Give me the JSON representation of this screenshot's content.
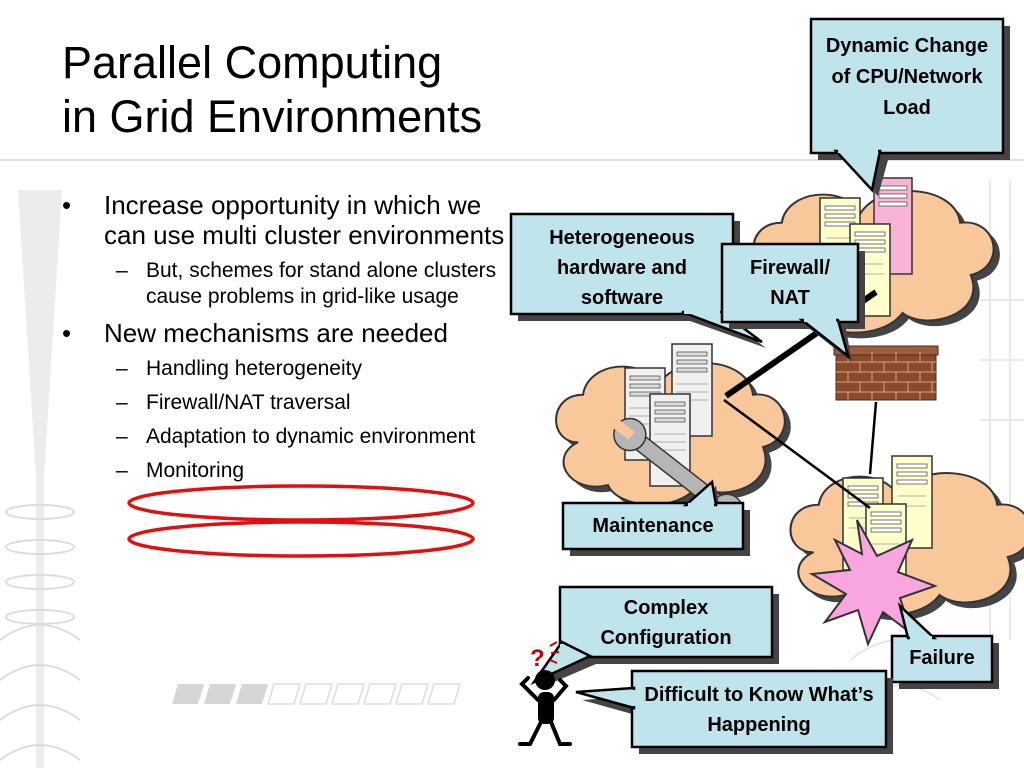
{
  "slide": {
    "title_line1": "Parallel Computing",
    "title_line2": "in Grid Environments"
  },
  "bullets": [
    {
      "text": "Increase opportunity in which we can use multi cluster environments",
      "subs": [
        {
          "dash": "–",
          "text": "But, schemes for stand alone clusters cause problems in grid-like usage"
        }
      ]
    },
    {
      "text": "New mechanisms are needed",
      "subs": [
        {
          "dash": "–",
          "text": "Handling heterogeneity"
        },
        {
          "dash": "–",
          "text": "Firewall/NAT traversal"
        },
        {
          "dash": "–",
          "text": "Adaptation to dynamic environment"
        },
        {
          "dash": "–",
          "text": "Monitoring"
        }
      ]
    }
  ],
  "callouts": {
    "dynamic_change": "Dynamic Change of CPU/Network Load",
    "heterogeneous": "Heterogeneous hardware and software",
    "firewall": "Firewall/ NAT",
    "maintenance": "Maintenance",
    "complex_config": "Complex Configuration",
    "failure": "Failure",
    "difficult": "Difficult to Know What’s Happening"
  },
  "annotation": {
    "question_mark": "?"
  },
  "colors": {
    "callout_fill": "#bfe4ec",
    "cloud_fill": "#f8c79a",
    "server_fill": "#ffffcc",
    "server_pink": "#f9b3d6",
    "firewall_brick": "#8b4a2c",
    "failure_burst": "#f9a6e0",
    "highlight_ellipse": "#e01010"
  }
}
